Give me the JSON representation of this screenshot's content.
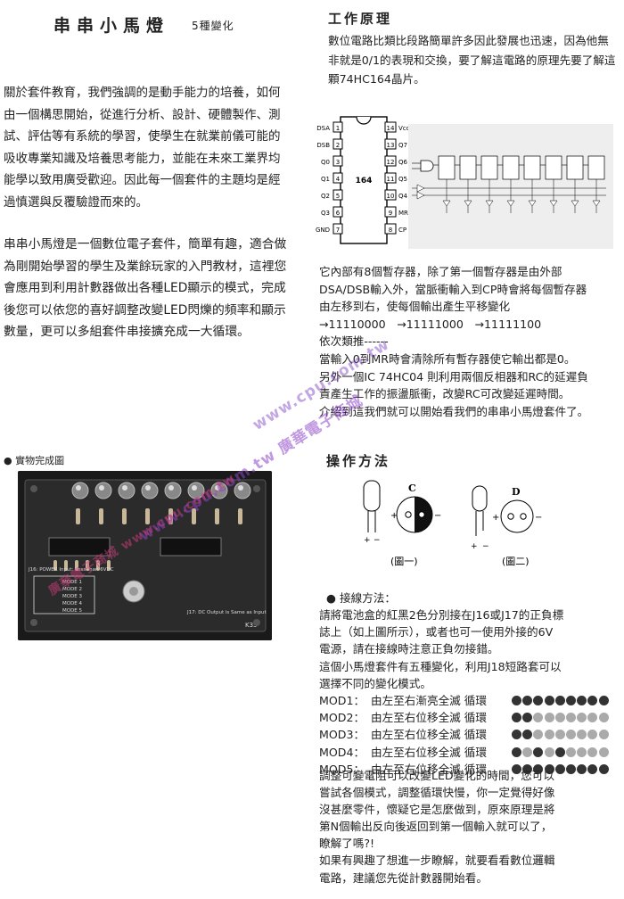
{
  "header": {
    "title": "串串小馬燈",
    "subtitle": "5種變化"
  },
  "intro": {
    "para1": "關於套件教育，我們強調的是動手能力的培養，如何由一個構思開始，從進行分析、設計、硬體製作、測試、評估等有系統的學習，使學生在就業前儀可能的吸收專業知識及培養思考能力，並能在未來工業界均能學以致用廣受歡迎。因此每一個套件的主題均是經過慎選與反覆驗證而來的。",
    "para2": "串串小馬燈是一個數位電子套件，簡單有趣，適合做為剛開始學習的學生及業餘玩家的入門教材，這裡您會應用到利用計數器做出各種LED顯示的模式，完成後您可以依您的喜好調整改變LED閃爍的頻率和顯示數量，更可以多組套件串接擴充成一大循環。"
  },
  "principle": {
    "heading": "工作原理",
    "text": "數位電路比類比段路簡單許多因此發展也迅速，因為他無非就是0/1的表現和交換，要了解這電路的原理先要了解這顆74HC164晶片。",
    "chip": {
      "name": "164",
      "left_pins": [
        {
          "n": "1",
          "label": "DSA"
        },
        {
          "n": "2",
          "label": "DSB"
        },
        {
          "n": "3",
          "label": "Q0"
        },
        {
          "n": "4",
          "label": "Q1"
        },
        {
          "n": "5",
          "label": "Q2"
        },
        {
          "n": "6",
          "label": "Q3"
        },
        {
          "n": "7",
          "label": "GND"
        }
      ],
      "right_pins": [
        {
          "n": "14",
          "label": "Vcc"
        },
        {
          "n": "13",
          "label": "Q7"
        },
        {
          "n": "12",
          "label": "Q6"
        },
        {
          "n": "11",
          "label": "Q5"
        },
        {
          "n": "10",
          "label": "Q4"
        },
        {
          "n": "9",
          "label": "MR"
        },
        {
          "n": "8",
          "label": "CP"
        }
      ]
    },
    "text2_lines": [
      "它內部有8個暫存器，除了第一個暫存器是由外部",
      "DSA/DSB輸入外，當脈衝輸入到CP時會將每個暫存器",
      "由左移到右，使每個輸出產生平移變化",
      "→11110000　→11111000　→11111100",
      "依次類推------",
      "當輸入0到MR時會清除所有暫存器使它輸出都是0。",
      "另外一個IC 74HC04 則利用兩個反相器和RC的延遲負",
      "責產生工作的振盪脈衝，改變RC可改變延遲時間。",
      "介紹到這我們就可以開始看我們的串串小馬燈套件了。"
    ]
  },
  "photo": {
    "caption": "● 實物完成圖",
    "board_label": "K35",
    "power_note": "J17: DC Output is Same as Input",
    "power_label": "J16: POWER Input: Less than 6VDC",
    "modes": [
      "MODE 1",
      "MODE 2",
      "MODE 3",
      "MODE 4",
      "MODE 5"
    ]
  },
  "operation": {
    "heading": "操作方法",
    "fig1": {
      "label": "(圖一)",
      "letter": "C"
    },
    "fig2": {
      "label": "(圖二)",
      "letter": "D"
    },
    "wiring_heading": "● 接線方法：",
    "wiring_lines": [
      "請將電池盒的紅黑2色分別接在J16或J17的正負標",
      "誌上（如上圖所示），或者也可一使用外接的6V",
      "電源，請在接線時注意正負勿接錯。",
      "這個小馬燈套件有五種變化，利用J18短路套可以",
      "選擇不同的變化模式。"
    ],
    "modes": [
      {
        "label": "MOD1：",
        "desc": "由左至右漸亮全滅 循環",
        "pattern": [
          1,
          1,
          1,
          1,
          1,
          1,
          1,
          1,
          1
        ]
      },
      {
        "label": "MOD2：",
        "desc": "由左至右位移全滅 循環",
        "pattern": [
          1,
          1,
          0,
          0,
          0,
          0,
          0,
          0,
          0
        ]
      },
      {
        "label": "MOD3：",
        "desc": "由左至右位移全滅 循環",
        "pattern": [
          1,
          1,
          0,
          0,
          0,
          0,
          0,
          0,
          0
        ]
      },
      {
        "label": "MOD4：",
        "desc": "由左至右位移全滅 循環",
        "pattern": [
          1,
          0,
          1,
          0,
          1,
          0,
          0,
          0,
          0
        ]
      },
      {
        "label": "MOD5：",
        "desc": "由左至右位移全滅 循環",
        "pattern": [
          1,
          1,
          1,
          1,
          1,
          1,
          1,
          1,
          1
        ]
      }
    ],
    "closing_lines": [
      "調整可變電阻可以改變LED變化的時間，您可以",
      "嘗試各個模式，調整循環快慢，你一定覺得好像",
      "沒甚麼零件，懷疑它是怎麼做到，原來原理是將",
      "第N個輸出反向後返回到第一個輸入就可以了，",
      "瞭解了嗎?!",
      "如果有興趣了想進一步瞭解，就要看看數位邏輯",
      "電路，建議您先從計數器開始看。"
    ]
  },
  "watermarks": {
    "wm1": "www.cpu.com.tw 廣華電子商城",
    "wm2": "www.cpu.com.tw",
    "wm3": "廣華電子商城 www.cpu.com.tw"
  },
  "colors": {
    "dot_on": "#333333",
    "dot_off": "#aaaaaa"
  }
}
